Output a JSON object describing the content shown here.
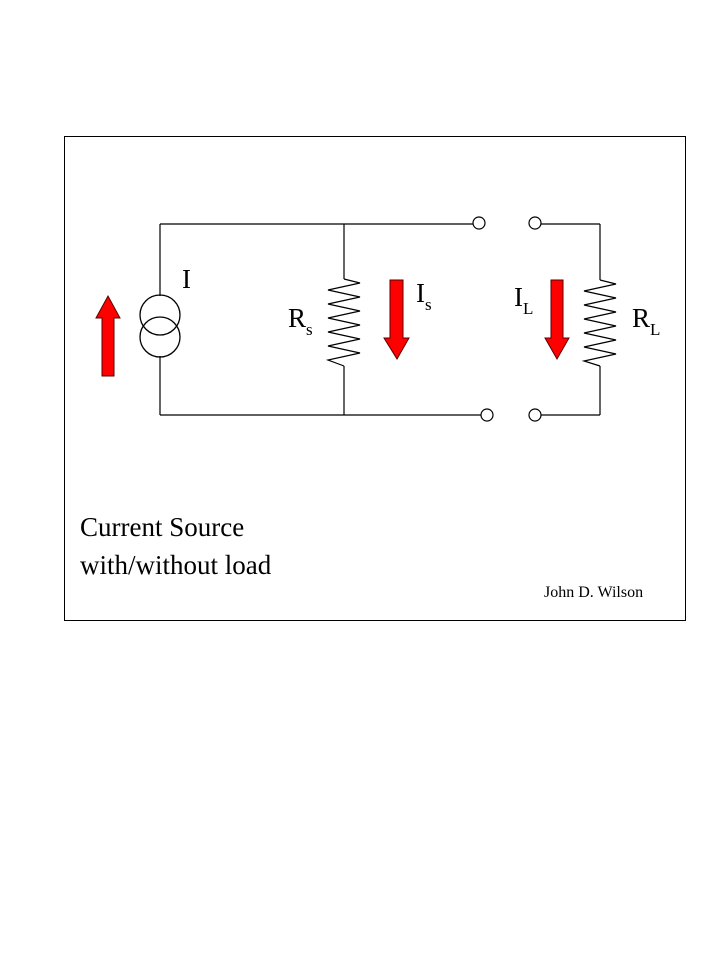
{
  "colors": {
    "wire": "#000000",
    "arrow_fill": "#ff0000",
    "arrow_stroke": "#5a0000",
    "background": "#ffffff"
  },
  "labels": {
    "source_current": "I",
    "rs_main": "R",
    "rs_sub": "s",
    "is_main": "I",
    "is_sub": "s",
    "il_main": "I",
    "il_sub": "L",
    "rl_main": "R",
    "rl_sub": "L"
  },
  "caption": {
    "line1": "Current Source",
    "line2": "with/without load"
  },
  "author": "John D. Wilson"
}
